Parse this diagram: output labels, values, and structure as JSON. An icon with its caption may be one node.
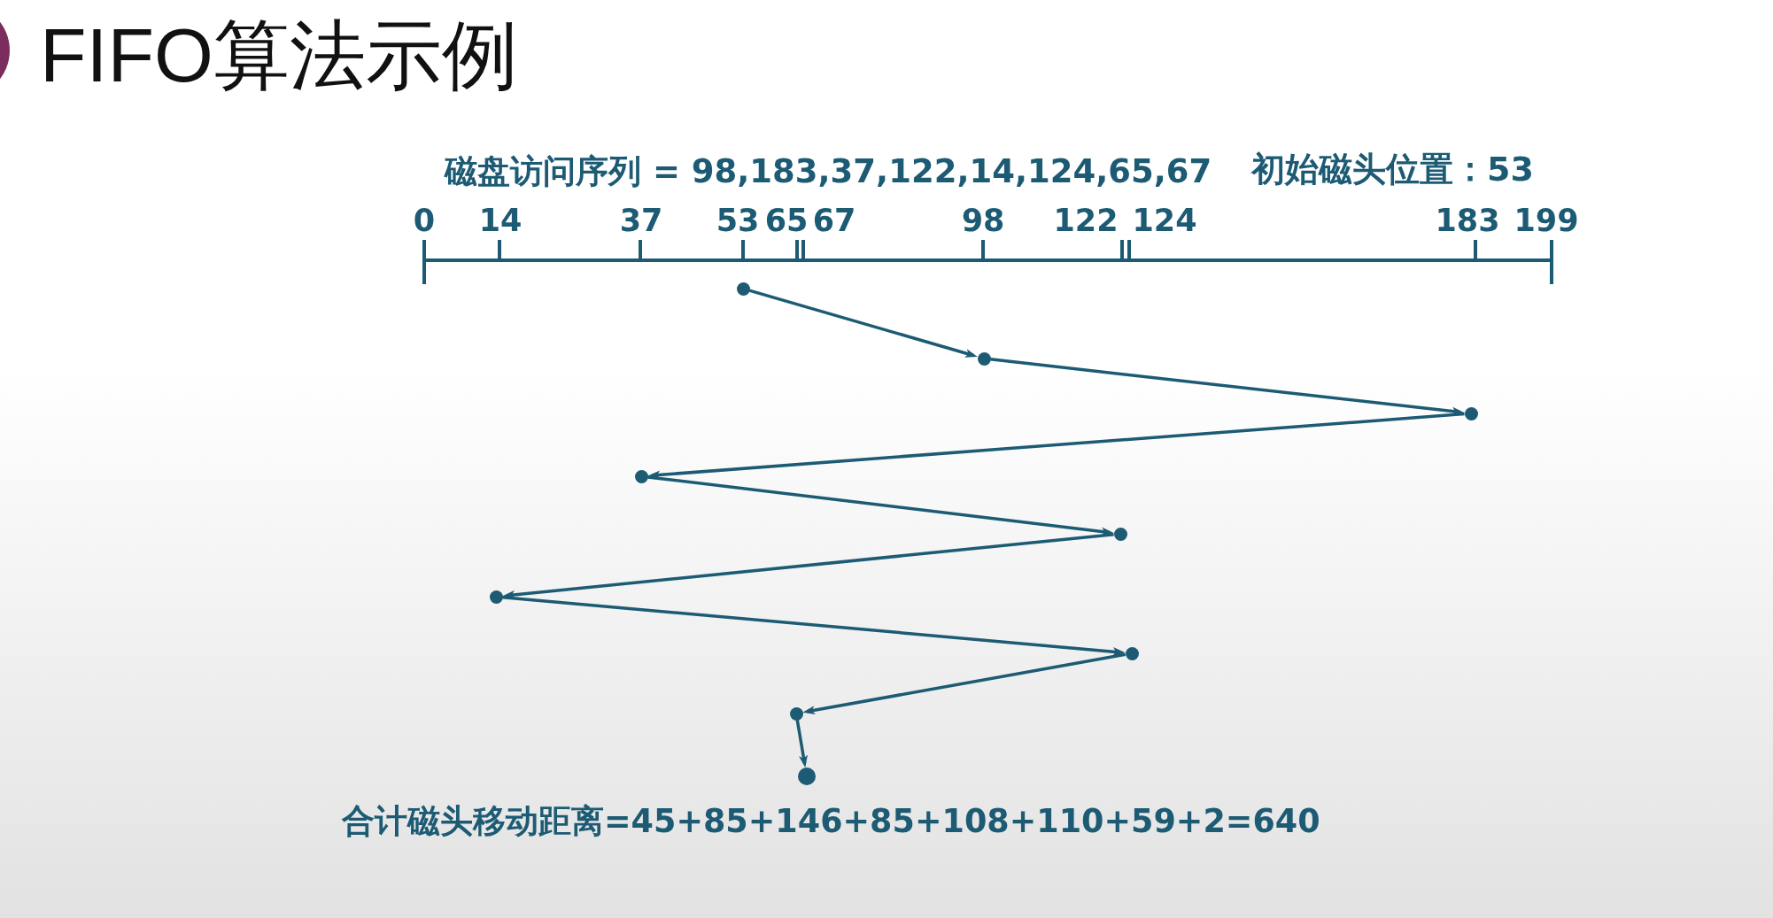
{
  "diagram": {
    "title": "FIFO算法示例",
    "nodes": [
      {
        "text": [],
        "shape": "circle"
      },
      {
        "text": [],
        "shape": "circle"
      },
      {
        "text": [],
        "shape": "circle"
      },
      {
        "text": [],
        "shape": "circle"
      },
      {
        "text": [],
        "shape": "circle"
      },
      {
        "text": [],
        "shape": "circle"
      },
      {
        "text": [],
        "shape": "circle"
      },
      {
        "text": [],
        "shape": "circle"
      },
      {
        "text": [],
        "shape": "circle"
      }
    ],
    "edges": [
      {
        "from": 0,
        "to": 1,
        "arrow": "to"
      },
      {
        "from": 1,
        "to": 2,
        "arrow": "to"
      },
      {
        "from": 2,
        "to": 3,
        "arrow": "to"
      },
      {
        "from": 3,
        "to": 4,
        "arrow": "to"
      },
      {
        "from": 4,
        "to": 5,
        "arrow": "to"
      },
      {
        "from": 5,
        "to": 6,
        "arrow": "to"
      },
      {
        "from": 6,
        "to": 7,
        "arrow": "to"
      },
      {
        "from": 7,
        "to": 8,
        "arrow": "to"
      }
    ],
    "labels": [
      "磁盘访问序列 = 98,183,37,122,14,124,65,67",
      "初始磁头位置：53",
      "0",
      "14",
      "37",
      "53",
      "65",
      "67",
      "98",
      "122",
      "124",
      "183",
      "199",
      "合计磁头移动距离=45+85+146+85+108+110+59+2=640"
    ]
  }
}
